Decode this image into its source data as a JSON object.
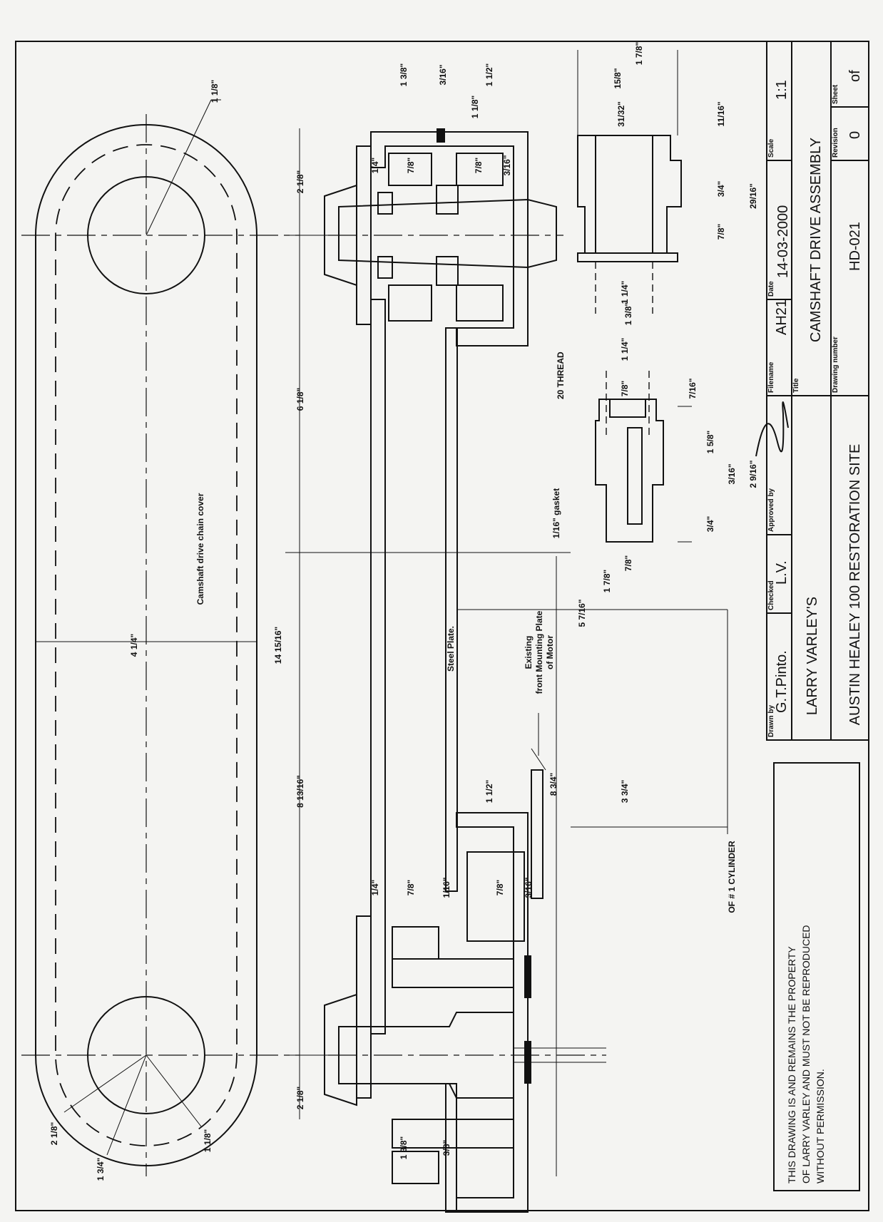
{
  "drawing": {
    "title": "CAMSHAFT DRIVE ASSEMBLY",
    "drawing_number": "HD-021",
    "filename": "AH21",
    "date": "14-03-2000",
    "scale": "1:1",
    "revision": "0",
    "sheet": "of",
    "drawn_by": "G.T.Pinto.",
    "checked": "L.V.",
    "approved_by": "",
    "company": "LARRY VARLEY'S",
    "site": "AUSTIN HEALEY 100 RESTORATION SITE",
    "labels": {
      "drawn_by": "Drawn by",
      "checked": "Checked",
      "approved_by": "Approved by",
      "filename": "Filename",
      "date": "Date",
      "scale": "Scale",
      "title": "Title",
      "drawing_number": "Drawing number",
      "revision": "Revision",
      "sheet": "Sheet"
    }
  },
  "notice": {
    "line1": "THIS DRAWING IS AND REMAINS THE PROPERTY",
    "line2": "OF LARRY VARLEY AND MUST NOT BE REPRODUCED",
    "line3": "WITHOUT PERMISSION."
  },
  "annotations": {
    "chain_cover": "Camshaft drive chain cover",
    "steel_plate": "Steel Plate.",
    "existing1": "Existing",
    "existing2": "front Mounting Plate",
    "existing3": "of Motor",
    "gasket": "1/16\" gasket",
    "cylinder": "OF # 1 CYLINDER",
    "thread": "20 THREAD"
  },
  "dimensions": {
    "d_4_1_4": "4 1/4\"",
    "d_14_15_16": "14 15/16\"",
    "d_6_1_8": "6 1/8\"",
    "d_8_13_16": "8 13/16\"",
    "d_2_1_8_top": "2 1/8\"",
    "d_2_1_8_bot": "2 1/8\"",
    "d_1_1_8_top": "1 1/8\"",
    "d_2_1_8_left": "2 1/8\"",
    "d_1_3_4": "1 3/4\"",
    "d_1_1_8_left": "1 1/8\"",
    "d_5_7_16": "5 7/16\"",
    "d_8_3_4": "8 3/4\"",
    "d_3_3_4": "3 3/4\"",
    "d_1_1_2_mid": "1 1/2\"",
    "d_1_3_8_top": "1 3/8\"",
    "d_3_16_top": "3/16\"",
    "d_1_1_2_top": "1 1/2\"",
    "d_1_1_8_top2": "1 1/8\"",
    "d_1_3_8_bot": "1 3/8\"",
    "d_3_8_bot": "3/8\"",
    "d_7_8_a": "7/8\"",
    "d_7_8_b": "7/8\"",
    "d_7_8_c": "7/8\"",
    "d_7_8_d": "7/8\"",
    "d_3_16_a": "3/16\"",
    "d_3_16_b": "3/16\"",
    "d_1_4_a": "1/4\"",
    "d_1_4_b": "1/4\"",
    "d_1_16": "1/16\"",
    "d_1_7_8_top": "1 7/8\"",
    "d_15_8": "15/8\"",
    "d_31_32": "31/32\"",
    "d_11_16": "11/16\"",
    "d_3_4_r": "3/4\"",
    "d_7_8_r": "7/8\"",
    "d_29_16": "29/16\"",
    "d_1_1_4_r": "1 1/4\"",
    "d_1_3_8_r": "1 3/8\"",
    "d_1_1_4_m": "1 1/4\"",
    "d_7_8_m": "7/8\"",
    "d_7_16": "7/16\"",
    "d_1_5_8": "1 5/8\"",
    "d_3_16_m": "3/16\"",
    "d_2_9_16": "2 9/16\"",
    "d_3_4_m": "3/4\"",
    "d_7_8_m2": "7/8\"",
    "d_1_7_8_m": "1 7/8\""
  }
}
